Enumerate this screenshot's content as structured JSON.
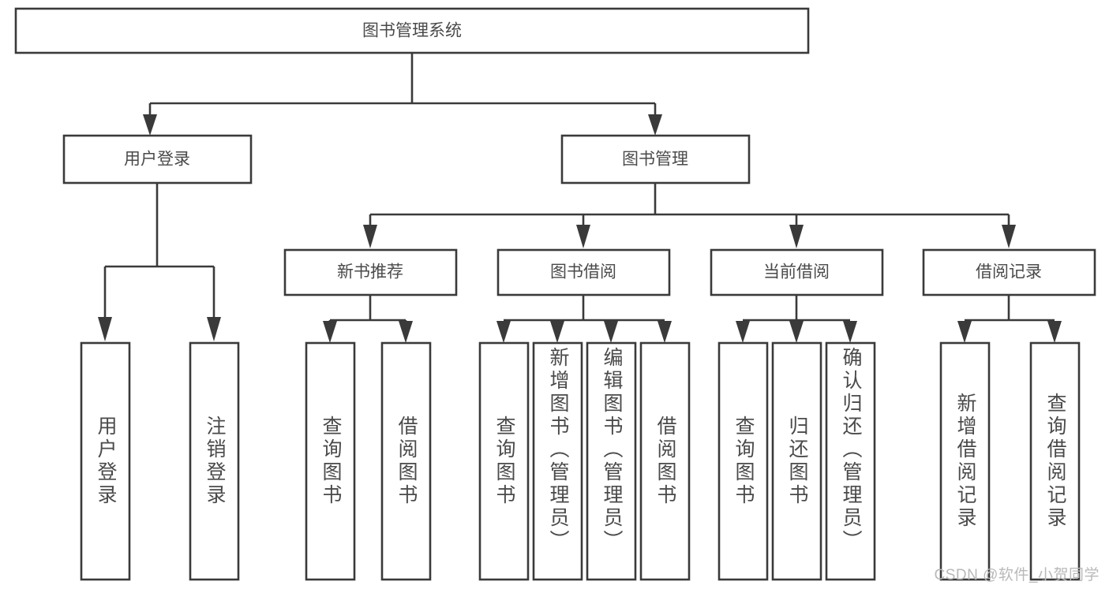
{
  "diagram": {
    "type": "tree",
    "title": "图书管理系统",
    "watermark": "CSDN @软件_小贺同学",
    "colors": {
      "stroke": "#3a3a3a",
      "fill": "#ffffff",
      "text": "#4a4a4a",
      "watermark": "#b9b9b9",
      "background": "#ffffff"
    },
    "root": {
      "label": "图书管理系统"
    },
    "level2": [
      {
        "label": "用户登录"
      },
      {
        "label": "图书管理"
      }
    ],
    "level3": [
      {
        "label": "新书推荐"
      },
      {
        "label": "图书借阅"
      },
      {
        "label": "当前借阅"
      },
      {
        "label": "借阅记录"
      }
    ],
    "leaves": {
      "user_login": [
        {
          "label": "用户登录"
        },
        {
          "label": "注销登录"
        }
      ],
      "new_book_recommend": [
        {
          "label": "查询图书"
        },
        {
          "label": "借阅图书"
        }
      ],
      "book_borrow": [
        {
          "label": "查询图书"
        },
        {
          "label": "新增图书（管理员）"
        },
        {
          "label": "编辑图书（管理员）"
        },
        {
          "label": "借阅图书"
        }
      ],
      "current_borrow": [
        {
          "label": "查询图书"
        },
        {
          "label": "归还图书"
        },
        {
          "label": "确认归还（管理员）"
        }
      ],
      "borrow_records": [
        {
          "label": "新增借阅记录"
        },
        {
          "label": "查询借阅记录"
        }
      ]
    }
  }
}
